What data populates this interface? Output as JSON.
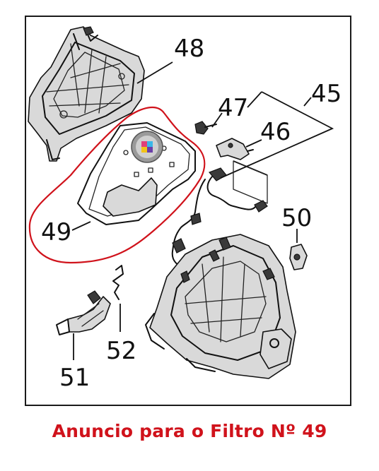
{
  "diagram": {
    "part_labels": {
      "p45": "45",
      "p46": "46",
      "p47": "47",
      "p48": "48",
      "p49": "49",
      "p50": "50",
      "p51": "51",
      "p52": "52"
    },
    "highlight_color": "#d0121b",
    "icons": {
      "watermark": "cube-logo"
    }
  },
  "caption": {
    "text": "Anuncio para o Filtro Nº 49",
    "color": "#d0121b"
  }
}
